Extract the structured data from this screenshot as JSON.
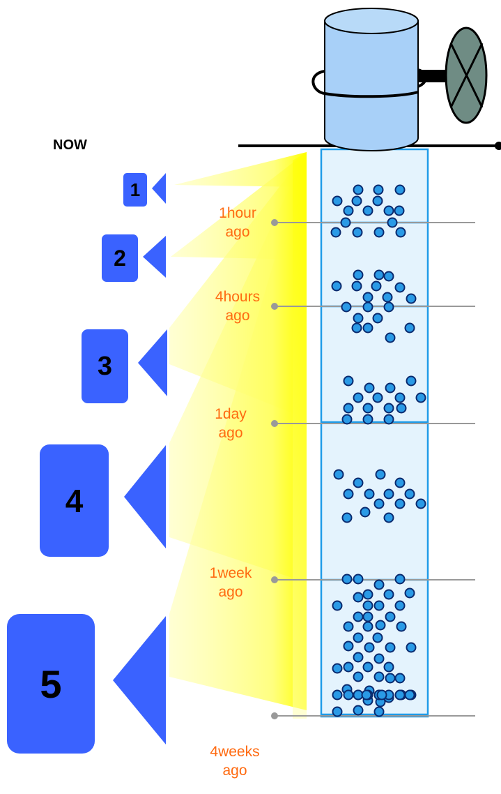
{
  "now_label": "NOW",
  "colors": {
    "background": "#ffffff",
    "column_fill": "#e4f3fd",
    "column_stroke": "#1f9be8",
    "dot_fill": "#2a9ae6",
    "dot_stroke": "#0a2a6e",
    "step_box": "#3a62ff",
    "arrow": "#3a62ff",
    "beam_core": "#ffff00",
    "beam_outer": "#ffffb0",
    "time_label": "#ff6a10",
    "leader_line": "#999999",
    "cylinder_fill": "#a8d0f8",
    "valve_fill": "#6f8c84"
  },
  "time_markers": [
    {
      "line1": "1hour",
      "line2": "ago"
    },
    {
      "line1": "4hours",
      "line2": "ago"
    },
    {
      "line1": "1day",
      "line2": "ago"
    },
    {
      "line1": "1week",
      "line2": "ago"
    },
    {
      "line1": "4weeks",
      "line2": "ago"
    }
  ],
  "steps": [
    {
      "label": "1"
    },
    {
      "label": "2"
    },
    {
      "label": "3"
    },
    {
      "label": "4"
    },
    {
      "label": "5"
    }
  ],
  "icons": [
    "cylinder-icon",
    "valve-icon",
    "pipe-end-icon",
    "time-marker-dot-icon"
  ]
}
